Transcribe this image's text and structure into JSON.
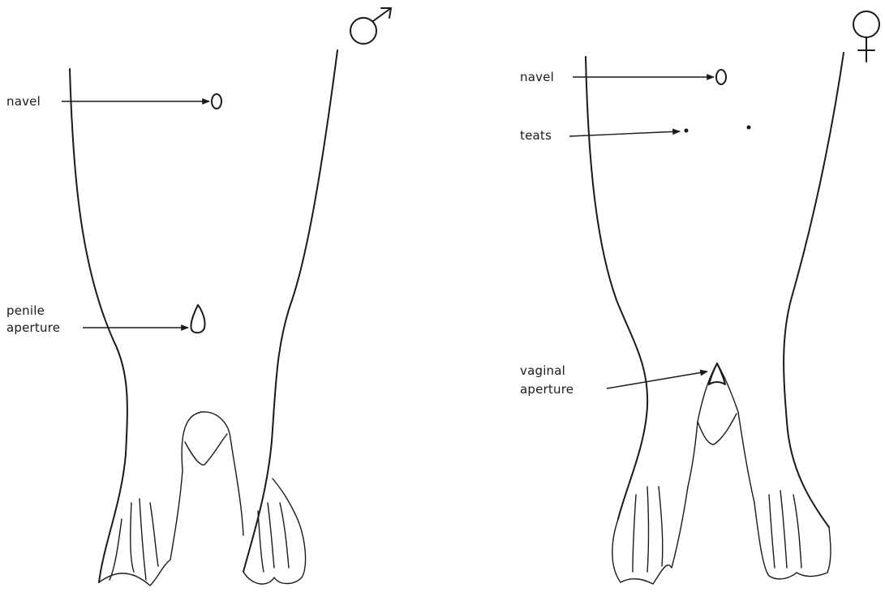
{
  "male": {
    "symbol": "♂",
    "labels": {
      "navel": "navel",
      "penile_line1": "penile",
      "penile_line2": "aperture"
    }
  },
  "female": {
    "symbol": "♀",
    "labels": {
      "navel": "navel",
      "teats": "teats",
      "vaginal_line1": "vaginal",
      "vaginal_line2": "aperture"
    }
  },
  "colors": {
    "ink": "#1a1a1a",
    "background": "#ffffff"
  }
}
